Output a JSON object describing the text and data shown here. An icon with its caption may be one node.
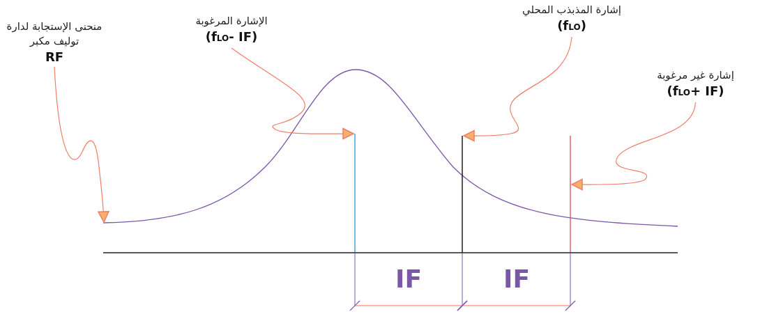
{
  "diagram": {
    "nodes": [
      {
        "text": [
          "منحنى الإستجابة لدارة توليف مكبر",
          "RF"
        ]
      },
      {
        "text": [
          "الإشارة المرغوبة",
          "(f$_{LO}$- IF)"
        ]
      },
      {
        "text": [
          "إشارة المذبذب المحلي",
          "(f$_{LO}$)"
        ]
      },
      {
        "text": [
          "إشارة غير مرغوبة",
          "(f$_{LO}$+ IF)"
        ]
      },
      {
        "text": [],
        "shape": "curve"
      },
      {
        "text": [],
        "shape": "line"
      },
      {
        "text": [],
        "shape": "line"
      },
      {
        "text": [],
        "shape": "line"
      }
    ],
    "edges": [
      {
        "from": 0,
        "to": 4,
        "arrow": "to"
      },
      {
        "from": 1,
        "to": 5,
        "arrow": "to"
      },
      {
        "from": 2,
        "to": 6,
        "arrow": "to"
      },
      {
        "from": 3,
        "to": 7,
        "arrow": "to"
      }
    ],
    "labels": [
      "IF",
      "IF"
    ]
  }
}
